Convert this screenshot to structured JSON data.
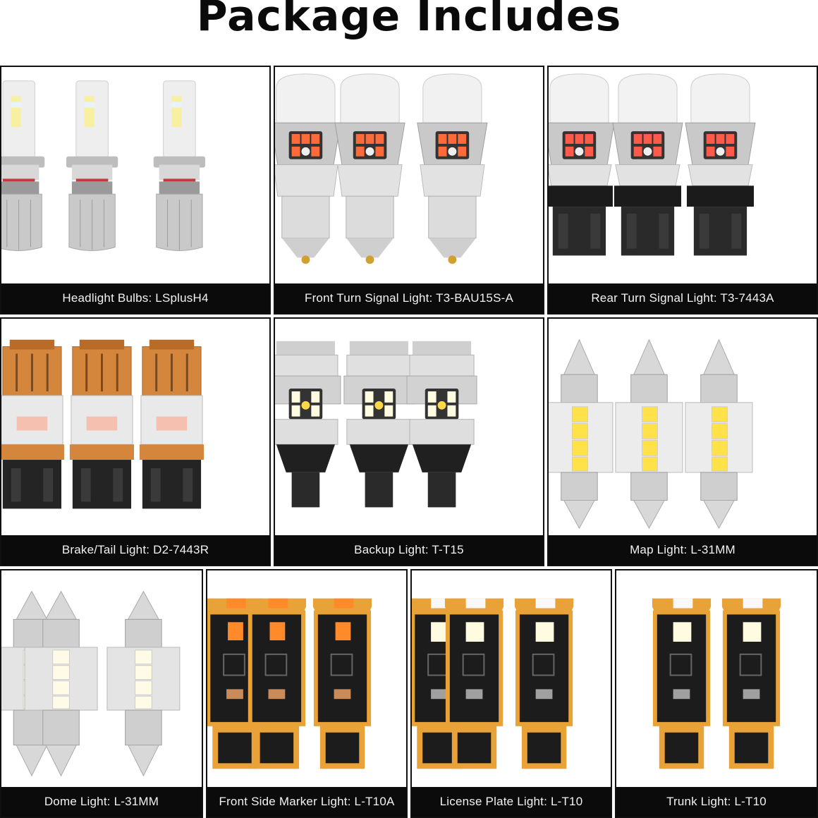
{
  "title": "Package Includes",
  "items": [
    {
      "label": "Headlight Bulbs: LSplusH4",
      "icon": "h4-headlight-bulb-icon"
    },
    {
      "label": "Front Turn Signal Light: T3-BAU15S-A",
      "icon": "bau15s-turn-signal-bulb-icon"
    },
    {
      "label": "Rear Turn Signal Light: T3-7443A",
      "icon": "7443-turn-signal-bulb-icon"
    },
    {
      "label": "Brake/Tail Light: D2-7443R",
      "icon": "7443-brake-bulb-icon"
    },
    {
      "label": "Backup Light: T-T15",
      "icon": "t15-backup-bulb-icon"
    },
    {
      "label": "Map Light: L-31MM",
      "icon": "31mm-festoon-bulb-icon"
    },
    {
      "label": "Dome Light: L-31MM",
      "icon": "31mm-festoon-bulb-icon"
    },
    {
      "label": "Front Side Marker Light: L-T10A",
      "icon": "t10-wedge-bulb-amber-icon"
    },
    {
      "label": "License Plate Light: L-T10",
      "icon": "t10-wedge-bulb-white-icon"
    },
    {
      "label": "Trunk Light: L-T10",
      "icon": "t10-wedge-bulb-white-icon"
    }
  ],
  "colors": {
    "caption_bg": "#0b0b0b",
    "caption_text": "#f2f2f2",
    "amber_led": "#ff8a2a",
    "red_led": "#ff5a4a",
    "white_led": "#fffbe0",
    "yellow_led": "#ffe24a",
    "pcb_orange": "#e8a238",
    "copper": "#d4873c"
  }
}
